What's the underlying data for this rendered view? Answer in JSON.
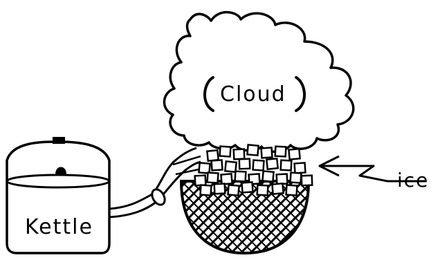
{
  "labels": {
    "cloud": "Cloud",
    "kettle": "Kettle",
    "ice": "ice"
  },
  "colors": {
    "ink": "#000000",
    "paper": "#ffffff"
  }
}
